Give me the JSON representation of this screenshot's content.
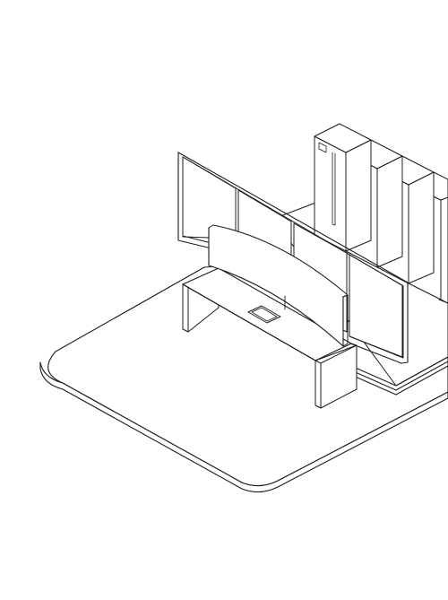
{
  "drawing": {
    "style": "isometric line drawing",
    "colors": {
      "line": "#1c1c1c",
      "fill": "#ffffff",
      "background": "#ffffff"
    },
    "objects": [
      "floor-platform",
      "raised-platform",
      "storage-cabinets",
      "glass-partition",
      "curved-panel",
      "bench-desk",
      "cable-port"
    ],
    "cabinet_count": 5,
    "partition_pane_count": 4
  }
}
